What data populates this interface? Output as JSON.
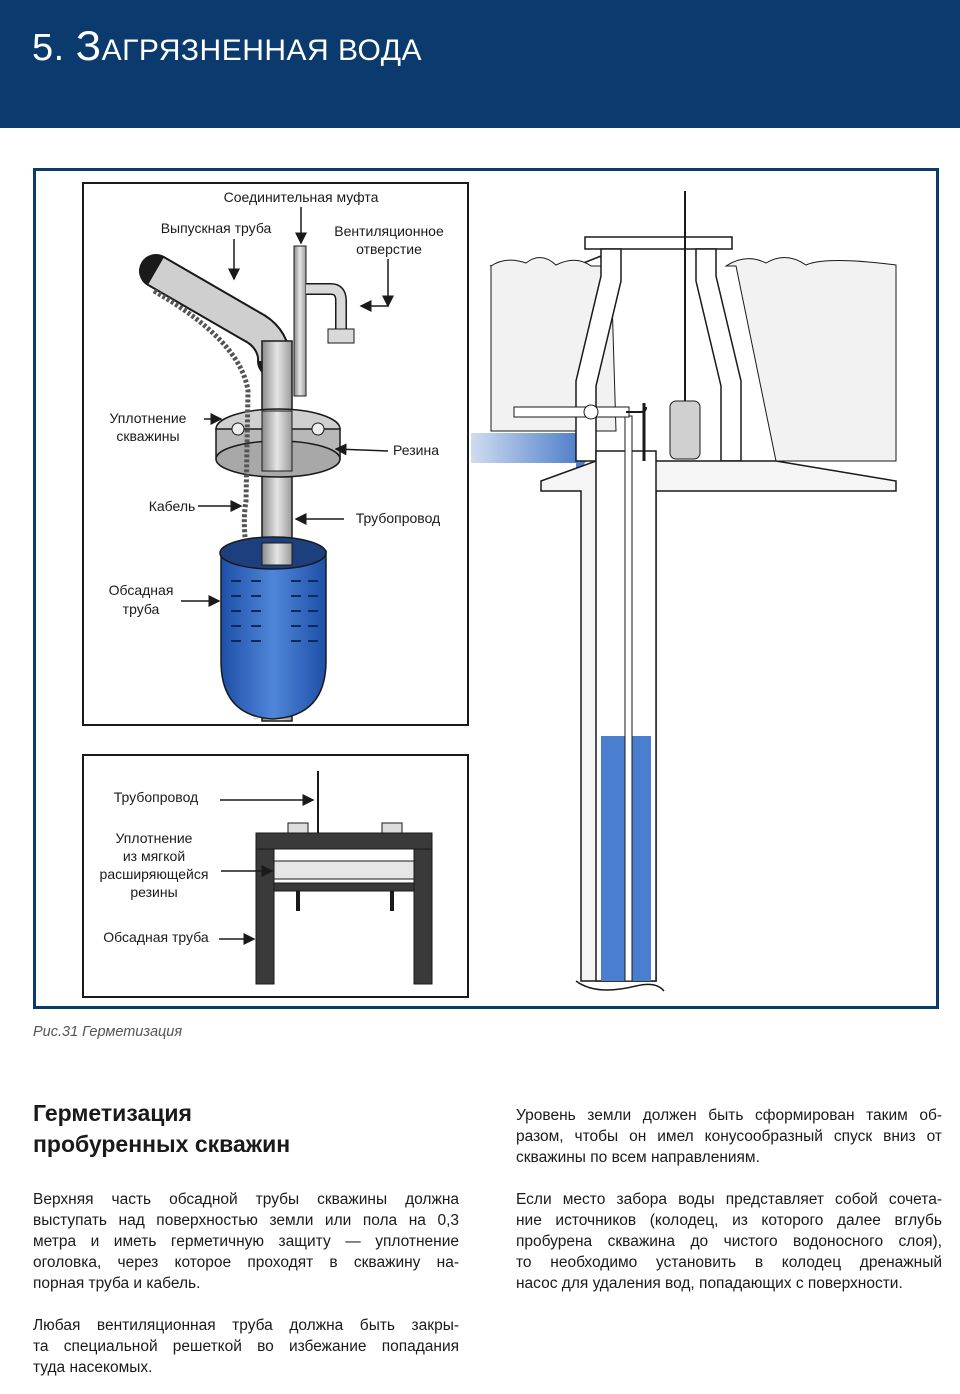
{
  "header": {
    "title_number": "5.",
    "title_first": "З",
    "title_rest": "АГРЯЗНЕННАЯ ВОДА"
  },
  "figure": {
    "labels": {
      "coupling": "Соединительная муфта",
      "outlet_pipe": "Выпускная труба",
      "vent_line1": "Вентиляционное",
      "vent_line2": "отверстие",
      "seal_line1": "Уплотнение",
      "seal_line2": "скважины",
      "rubber": "Резина",
      "cable": "Кабель",
      "pipeline": "Трубопровод",
      "casing_line1": "Обсадная",
      "casing_line2": "труба"
    },
    "detail_labels": {
      "pipeline": "Трубопровод",
      "seal_line1": "Уплотнение",
      "seal_line2": "из мягкой",
      "seal_line3": "расширяющейся",
      "seal_line4": "резины",
      "casing": "Обсадная труба"
    },
    "accent_color": "#0b3a6e",
    "water_color": "#3b6fc4"
  },
  "caption": "Рис.31 Герметизация",
  "section": {
    "heading_line1": "Герметизация",
    "heading_line2": "пробуренных скважин"
  },
  "left_column": {
    "p1": [
      "Верхняя часть обсадной трубы скважины должна",
      "выступать над поверхностью земли или пола на 0,3",
      "метра и иметь герметичную защиту — уплотнение",
      "оголовка, через которое проходят в скважину на-",
      "порная труба и кабель."
    ],
    "p2": [
      "Любая вентиляционная труба должна быть закры-",
      "та специальной решеткой во избежание попадания",
      "туда насекомых."
    ]
  },
  "right_column": {
    "p1": [
      "Уровень земли должен быть сформирован таким об-",
      "разом, чтобы он имел конусообразный спуск вниз от",
      "скважины по всем направлениям."
    ],
    "p2": [
      "Если место забора воды представляет собой сочета-",
      "ние источников (колодец, из которого далее вглубь",
      "пробурена скважина до чистого водоносного слоя),",
      "то необходимо установить в колодец дренажный",
      "насос для удаления вод, попадающих с поверхности."
    ]
  }
}
